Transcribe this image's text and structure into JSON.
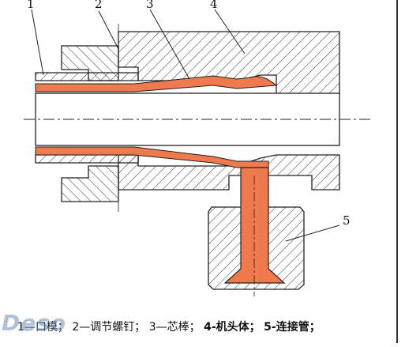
{
  "diagram": {
    "part_labels": [
      "1",
      "2",
      "3",
      "4",
      "5"
    ],
    "caption": {
      "item1": "1—口模；",
      "item2": "2—调节螺钉；",
      "item3": "3—芯棒；",
      "item4": "4-机头体；",
      "item5": "5-连接管；"
    },
    "watermark": "Deso",
    "colors": {
      "line": "#222222",
      "material": "#ef7a4d",
      "hatch": "#333333",
      "background": "#ffffff"
    }
  }
}
